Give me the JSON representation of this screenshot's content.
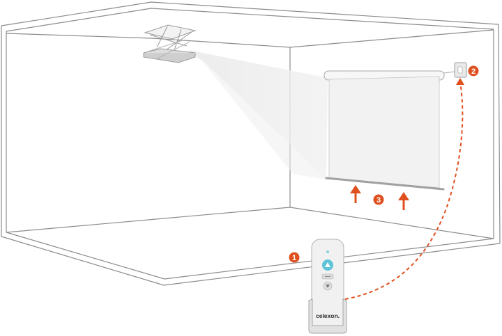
{
  "colors": {
    "accent": "#e0501f",
    "line": "#8c8c8c",
    "screen": "#f2f2f2",
    "device": "#e9e9e9",
    "up_button": "#5ec4d8"
  },
  "steps": {
    "remote": "1",
    "receiver": "2",
    "screen": "3"
  },
  "remote": {
    "brand": "celexon."
  }
}
